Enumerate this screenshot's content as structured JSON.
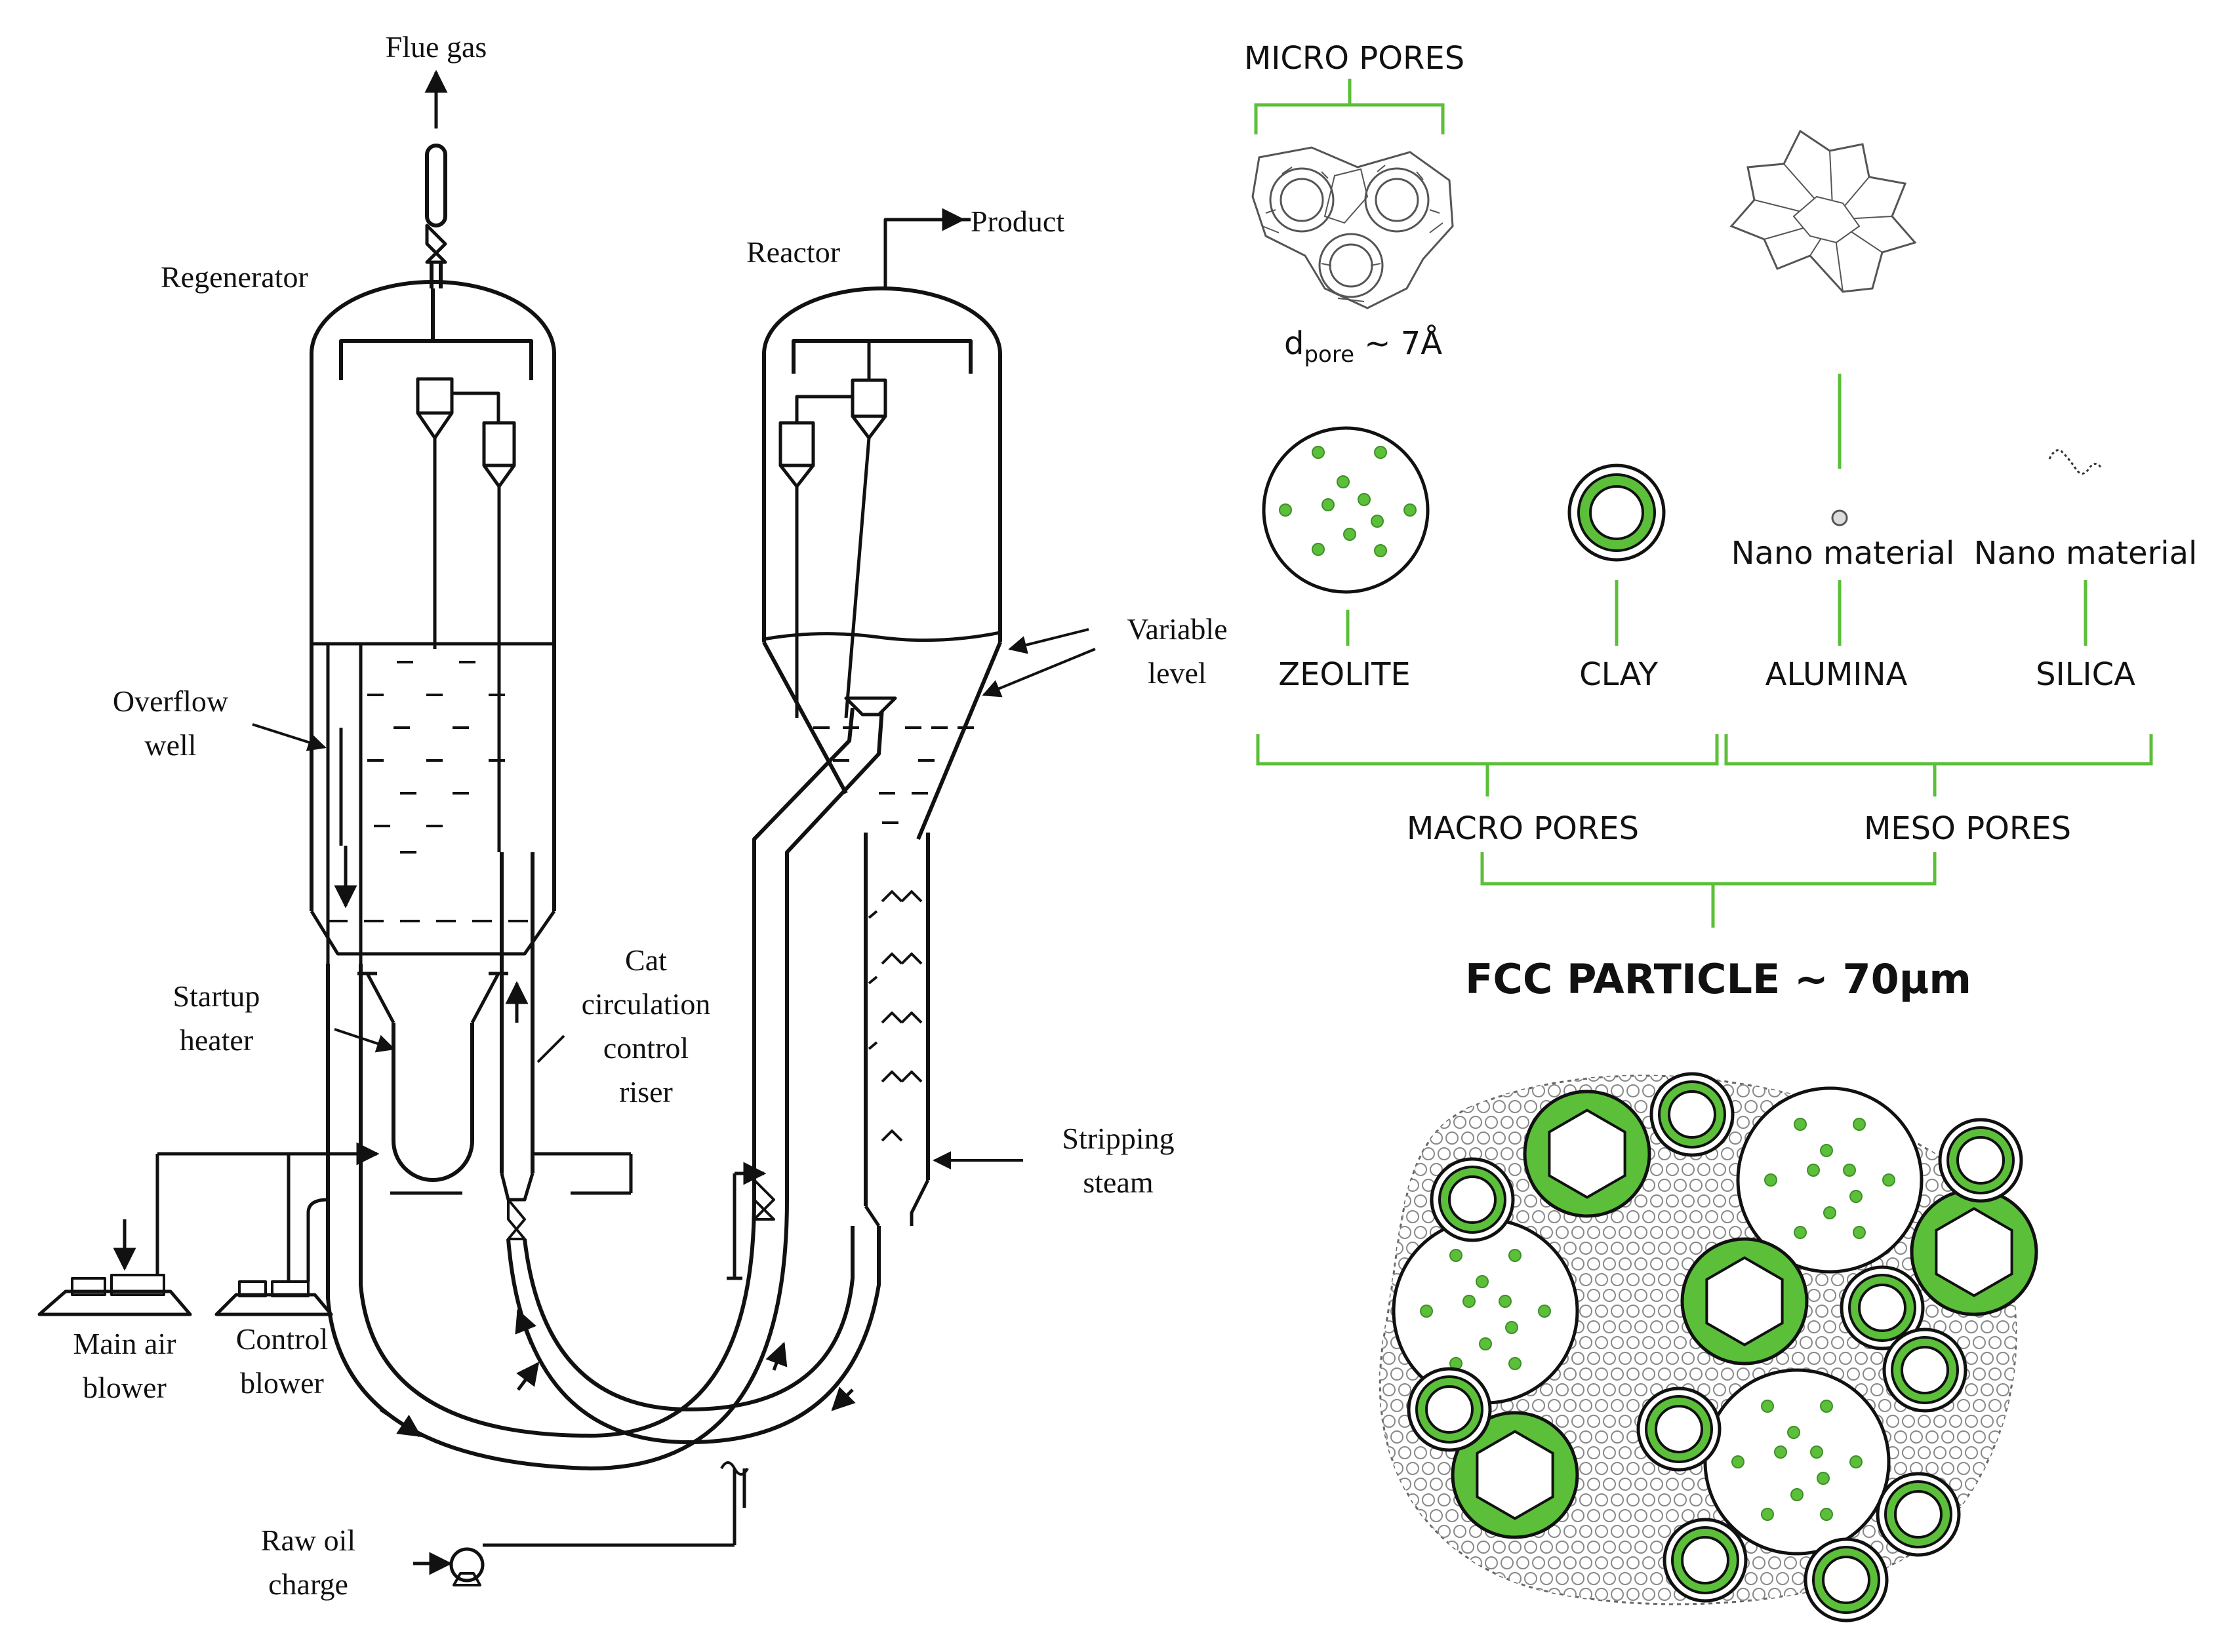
{
  "fcc_unit": {
    "labels": {
      "flue_gas": "Flue gas",
      "regenerator": "Regenerator",
      "reactor": "Reactor",
      "product": "Product",
      "overflow_well": [
        "Overflow",
        "well"
      ],
      "variable_level": [
        "Variable",
        "level"
      ],
      "startup_heater": [
        "Startup",
        "heater"
      ],
      "cat_circulation": [
        "Cat",
        "circulation",
        "control",
        "riser"
      ],
      "stripping_steam": [
        "Stripping",
        "steam"
      ],
      "main_air_blower": [
        "Main air",
        "blower"
      ],
      "control_blower": [
        "Control",
        "blower"
      ],
      "raw_oil_charge": [
        "Raw oil",
        "charge"
      ]
    }
  },
  "fcc_particle": {
    "micro_pores": "MICRO PORES",
    "dpore_main": "d",
    "dpore_sub": "pore",
    "dpore_value": " ~ 7Å",
    "nano_material_alumina": "Nano material",
    "nano_material_silica": "Nano material",
    "components": [
      "ZEOLITE",
      "CLAY",
      "ALUMINA",
      "SILICA"
    ],
    "macro_pores": "MACRO PORES",
    "meso_pores": "MESO PORES",
    "title": "FCC PARTICLE ~ 70µm"
  },
  "colors": {
    "accent_green": "#5cbf3a",
    "line": "#111111"
  }
}
